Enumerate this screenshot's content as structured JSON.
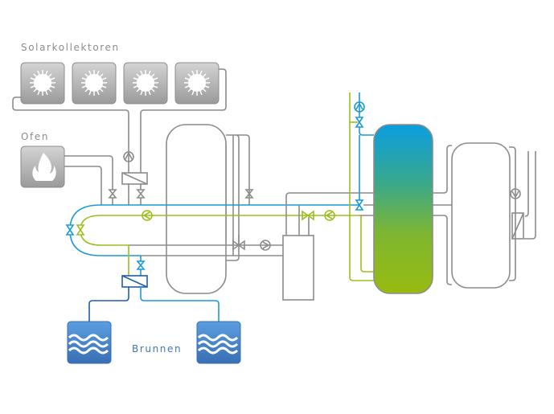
{
  "labels": {
    "solar": "Solarkollektoren",
    "oven": "Ofen",
    "wells": "Brunnen"
  },
  "colors": {
    "pipe_grey": "#8c8c8c",
    "pipe_blue": "#1a9ad6",
    "pipe_green": "#9bbe1f",
    "well_blue": "#4a88cc",
    "tank_top": "#0a9ee0",
    "tank_bottom": "#98bb10"
  },
  "components": {
    "solar_panels": [
      "sun-icon",
      "sun-icon",
      "sun-icon",
      "sun-icon"
    ],
    "oven": "flame-icon",
    "wells": [
      "water-waves-icon",
      "water-waves-icon"
    ]
  }
}
